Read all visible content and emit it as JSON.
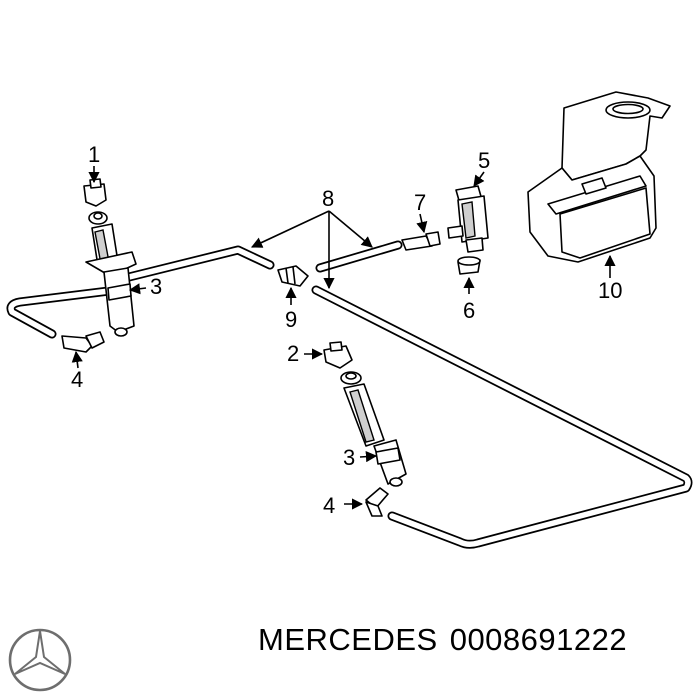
{
  "callouts": {
    "c1": "1",
    "c2": "2",
    "c3a": "3",
    "c3b": "3",
    "c4a": "4",
    "c4b": "4",
    "c5": "5",
    "c6": "6",
    "c7": "7",
    "c8": "8",
    "c9": "9",
    "c10": "10"
  },
  "footer": {
    "brand": "MERCEDES",
    "part_number": "0008691222"
  },
  "colors": {
    "line": "#000000",
    "background": "#ffffff",
    "shade": "#cfcfcf"
  },
  "icons": {
    "logo": "mercedes-star-logo"
  }
}
